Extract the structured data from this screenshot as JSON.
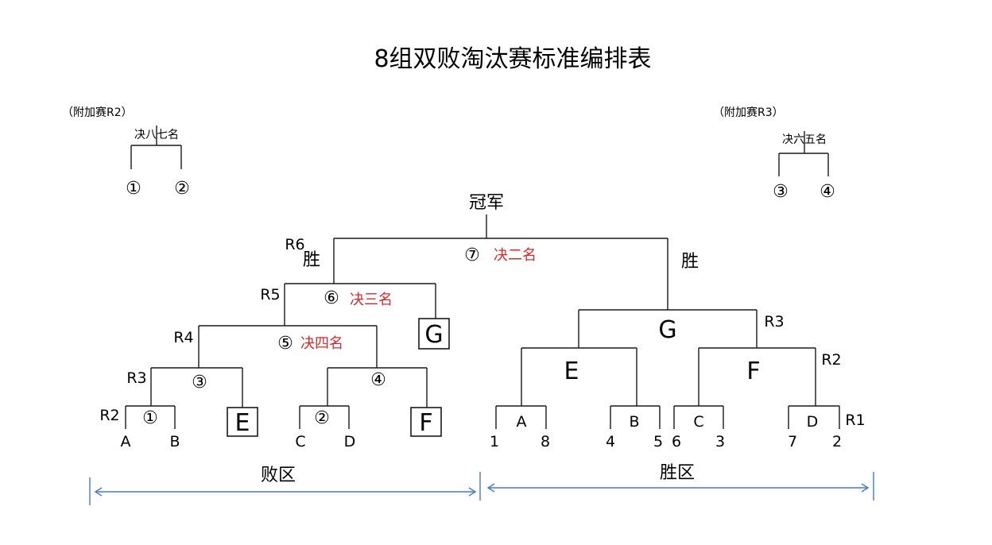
{
  "title": "8组双败淘汰赛标准编排表",
  "playoff_left": {
    "title": "（附加赛R2）",
    "label": "决八七名",
    "a": "①",
    "b": "②"
  },
  "playoff_right": {
    "title": "（附加赛R3）",
    "label": "决六五名",
    "a": "③",
    "b": "④"
  },
  "champion": "冠军",
  "win_label": "胜",
  "rounds": {
    "r1": "R1",
    "r2": "R2",
    "r3": "R3",
    "r4": "R4",
    "r5": "R5",
    "r6": "R6"
  },
  "matches": {
    "m1": "①",
    "m2": "②",
    "m3": "③",
    "m4": "④",
    "m5": "⑤",
    "m6": "⑥",
    "m7": "⑦"
  },
  "placements": {
    "second": "决二名",
    "third": "决三名",
    "fourth": "决四名"
  },
  "losers_bracket": {
    "teams": [
      "A",
      "B",
      "C",
      "D"
    ],
    "drop_ins": [
      "E",
      "F",
      "G"
    ]
  },
  "winners_bracket": {
    "seeds": [
      "1",
      "8",
      "4",
      "5",
      "6",
      "3",
      "7",
      "2"
    ],
    "r1_matches": [
      "A",
      "B",
      "C",
      "D"
    ],
    "r2_matches": [
      "E",
      "F"
    ],
    "r3_match": "G"
  },
  "zones": {
    "losers": "败区",
    "winners": "胜区"
  },
  "colors": {
    "accent_red": "#d62a2a",
    "arrow_blue": "#4a78c8"
  }
}
